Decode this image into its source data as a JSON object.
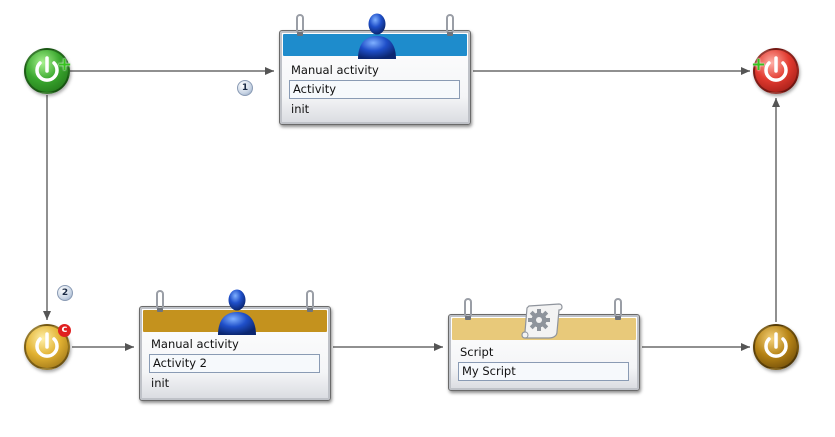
{
  "diagram": {
    "nodes": {
      "start": {
        "type": "start-event",
        "color": "#2f9a2a"
      },
      "end": {
        "type": "end-event",
        "color": "#cc2424"
      },
      "branch_start": {
        "type": "intermediate-event",
        "color": "#d9a51f"
      },
      "branch_end": {
        "type": "intermediate-event",
        "color": "#a8780e"
      },
      "manual_top": {
        "title": "Manual activity",
        "field": "Activity",
        "status": "init",
        "header_color": "#1e8ccc",
        "icon": "person-icon"
      },
      "manual_bottom": {
        "title": "Manual activity",
        "field": "Activity 2",
        "status": "init",
        "header_color": "#c4921e",
        "icon": "person-icon"
      },
      "script": {
        "title": "Script",
        "field": "My Script",
        "header_color": "#e8c97a",
        "icon": "gear-scroll-icon"
      }
    },
    "edge_labels": {
      "top_path": "1",
      "bottom_path": "2"
    },
    "badges": {
      "plus": "+",
      "compensate": "c"
    }
  }
}
